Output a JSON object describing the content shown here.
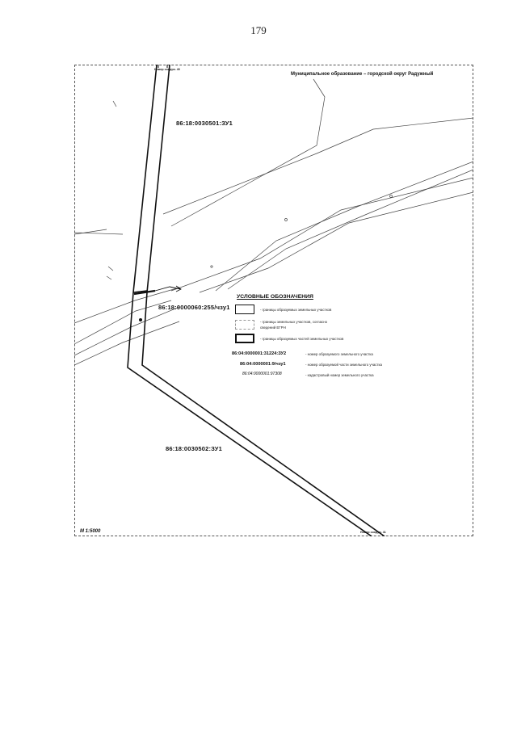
{
  "page_number": "179",
  "map": {
    "municipality": "Муниципальное образование – городской округ Радужный",
    "scale": "М 1:5000",
    "plot_labels": [
      "86:18:0030501:ЗУ1",
      "86:18:0000060:255/чзу1",
      "86:18:0030502:ЗУ1"
    ],
    "corner_note_top": "Номер сооруж. 40",
    "corner_note_bottom": "Номер сооруж. 41"
  },
  "legend": {
    "title": "УСЛОВНЫЕ ОБОЗНАЧЕНИЯ",
    "items": [
      {
        "text": "- границы образуемых земельных участков"
      },
      {
        "text": "- границы земельных участков, согласно",
        "text2": "сведений ЕГРН"
      },
      {
        "text": "- границы образуемых частей земельных участков"
      }
    ],
    "codes": [
      {
        "code": "86:04:0000001:31224:ЗУ2",
        "text": "- номер образуемого земельного участка"
      },
      {
        "code": "86:04:0000001:9/чзу1",
        "text": "- номер образуемой части земельного участка"
      },
      {
        "code": "86:04:0000001:97308",
        "text": "- кадастровый номер земельного участка"
      }
    ]
  }
}
